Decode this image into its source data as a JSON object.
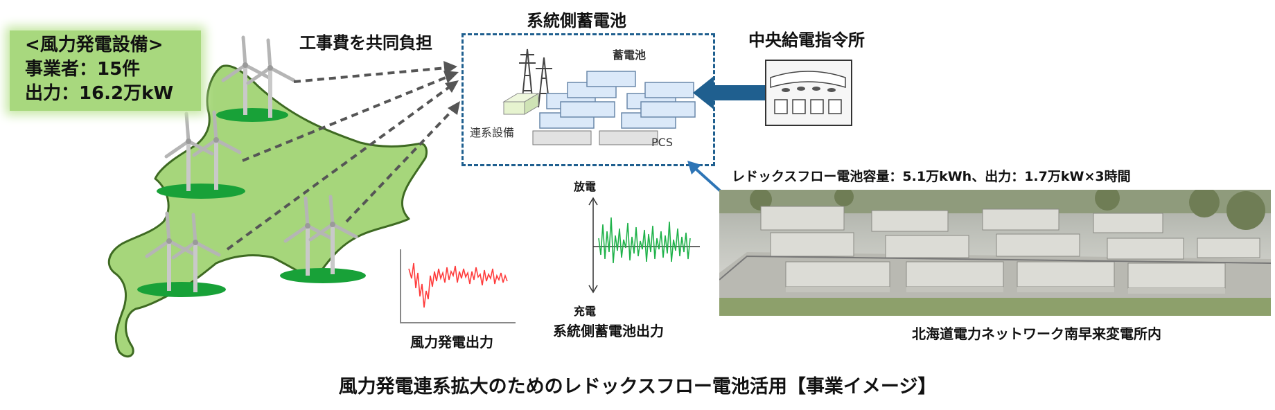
{
  "wind_facility": {
    "heading": "<風力発電設備>",
    "operators": "事業者：15件",
    "output": "出力：16.2万kW"
  },
  "cost_sharing_label": "工事費を共同負担",
  "grid_battery": {
    "title": "系統側蓄電池",
    "battery_label": "蓄電池",
    "interconnection_label": "連系設備",
    "pcs_label": "PCS"
  },
  "dispatch_center_label": "中央給電指令所",
  "redox_flow_spec": "レドックスフロー電池容量：5.1万kWh、出力：1.7万kW×3時間",
  "substation_caption": "北海道電力ネットワーク南早来変電所内",
  "wind_output_label": "風力発電出力",
  "battery_output": {
    "discharge_label": "放電",
    "charge_label": "充電",
    "title": "系統側蓄電池出力"
  },
  "main_caption": "風力発電連系拡大のためのレドックスフロー電池活用【事業イメージ】",
  "colors": {
    "map_fill": "#a6d67b",
    "box_border": "#1f5f8f",
    "arrow_blue": "#1f5f8f",
    "wind_signal": "#ff3b3b",
    "battery_signal": "#1fb24a"
  }
}
